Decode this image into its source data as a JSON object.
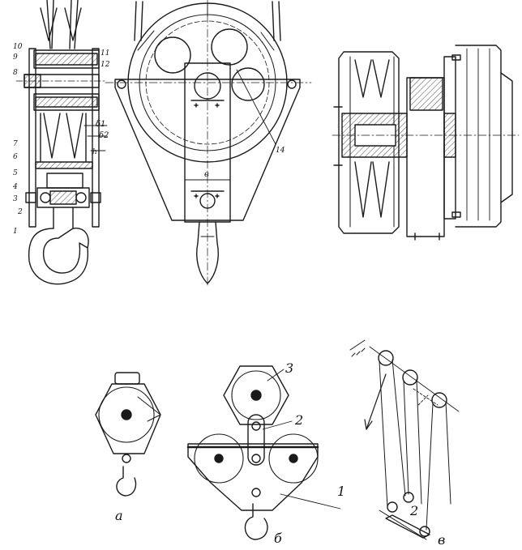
{
  "figure_top": {
    "left_view_labels": [
      "10",
      "9",
      "8",
      "7",
      "6",
      "5",
      "4",
      "3",
      "2",
      "1",
      "11",
      "12"
    ],
    "dimension_labels": [
      "δ1",
      "δ2",
      "h"
    ],
    "middle_view_labels": {
      "width": "в",
      "callout": "14"
    }
  },
  "figure_bottom": {
    "a": {
      "caption": "а"
    },
    "b": {
      "caption": "б",
      "callouts": [
        "3",
        "2",
        "1"
      ]
    },
    "v": {
      "caption": "в",
      "callout": "2"
    }
  },
  "colors": {
    "ink": "#1a1a1a",
    "paper": "#ffffff"
  }
}
